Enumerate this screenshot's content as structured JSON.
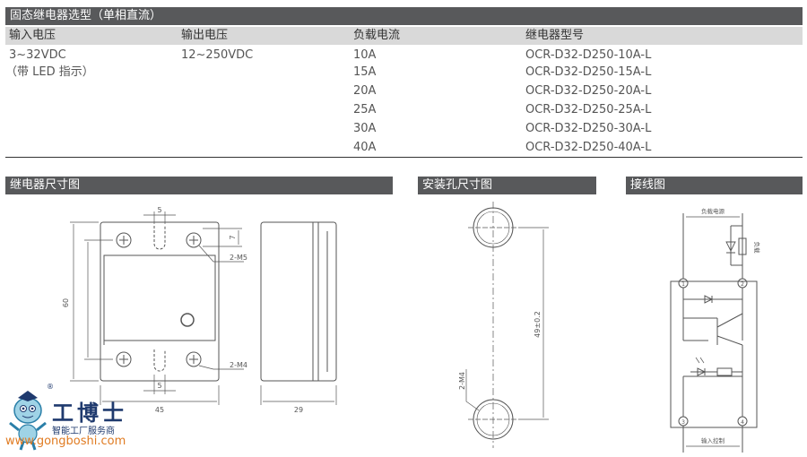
{
  "header": {
    "title": "固态继电器选型（单相直流）"
  },
  "table": {
    "columns": [
      "输入电压",
      "输出电压",
      "负载电流",
      "继电器型号"
    ],
    "input_voltage": [
      "3~32VDC",
      "（带 LED 指示）"
    ],
    "output_voltage": "12~250VDC",
    "rows": [
      {
        "current": "10A",
        "model": "OCR-D32-D250-10A-L"
      },
      {
        "current": "15A",
        "model": "OCR-D32-D250-15A-L"
      },
      {
        "current": "20A",
        "model": "OCR-D32-D250-20A-L"
      },
      {
        "current": "25A",
        "model": "OCR-D32-D250-25A-L"
      },
      {
        "current": "30A",
        "model": "OCR-D32-D250-30A-L"
      },
      {
        "current": "40A",
        "model": "OCR-D32-D250-40A-L"
      }
    ]
  },
  "sections": {
    "dimensions": "继电器尺寸图",
    "mounting": "安装孔尺寸图",
    "wiring": "接线图"
  },
  "dimension_drawing": {
    "width": "45",
    "height": "60",
    "depth": "29",
    "terminal_pitch_top": "5",
    "terminal_pitch_bottom": "5",
    "terminal_offset": "7",
    "screw_top": "2-M5",
    "screw_bottom": "2-M4"
  },
  "mounting_drawing": {
    "spacing": "49±0.2",
    "hole": "2-M4"
  },
  "wiring_drawing": {
    "top_label": "负载电源",
    "load_label": "负载",
    "bottom_label": "输入控制",
    "terminal_1": "1",
    "terminal_2": "2",
    "terminal_3": "3",
    "terminal_4": "4"
  },
  "logo": {
    "name": "工博士",
    "slogan": "智能工厂服务商",
    "url": "www.gongboshi.com",
    "mark": "®"
  },
  "colors": {
    "bar": "#58595b",
    "table_header": "#d9d9d9",
    "logo_blue": "#1f3a6e",
    "logo_orange": "#e07b22"
  }
}
